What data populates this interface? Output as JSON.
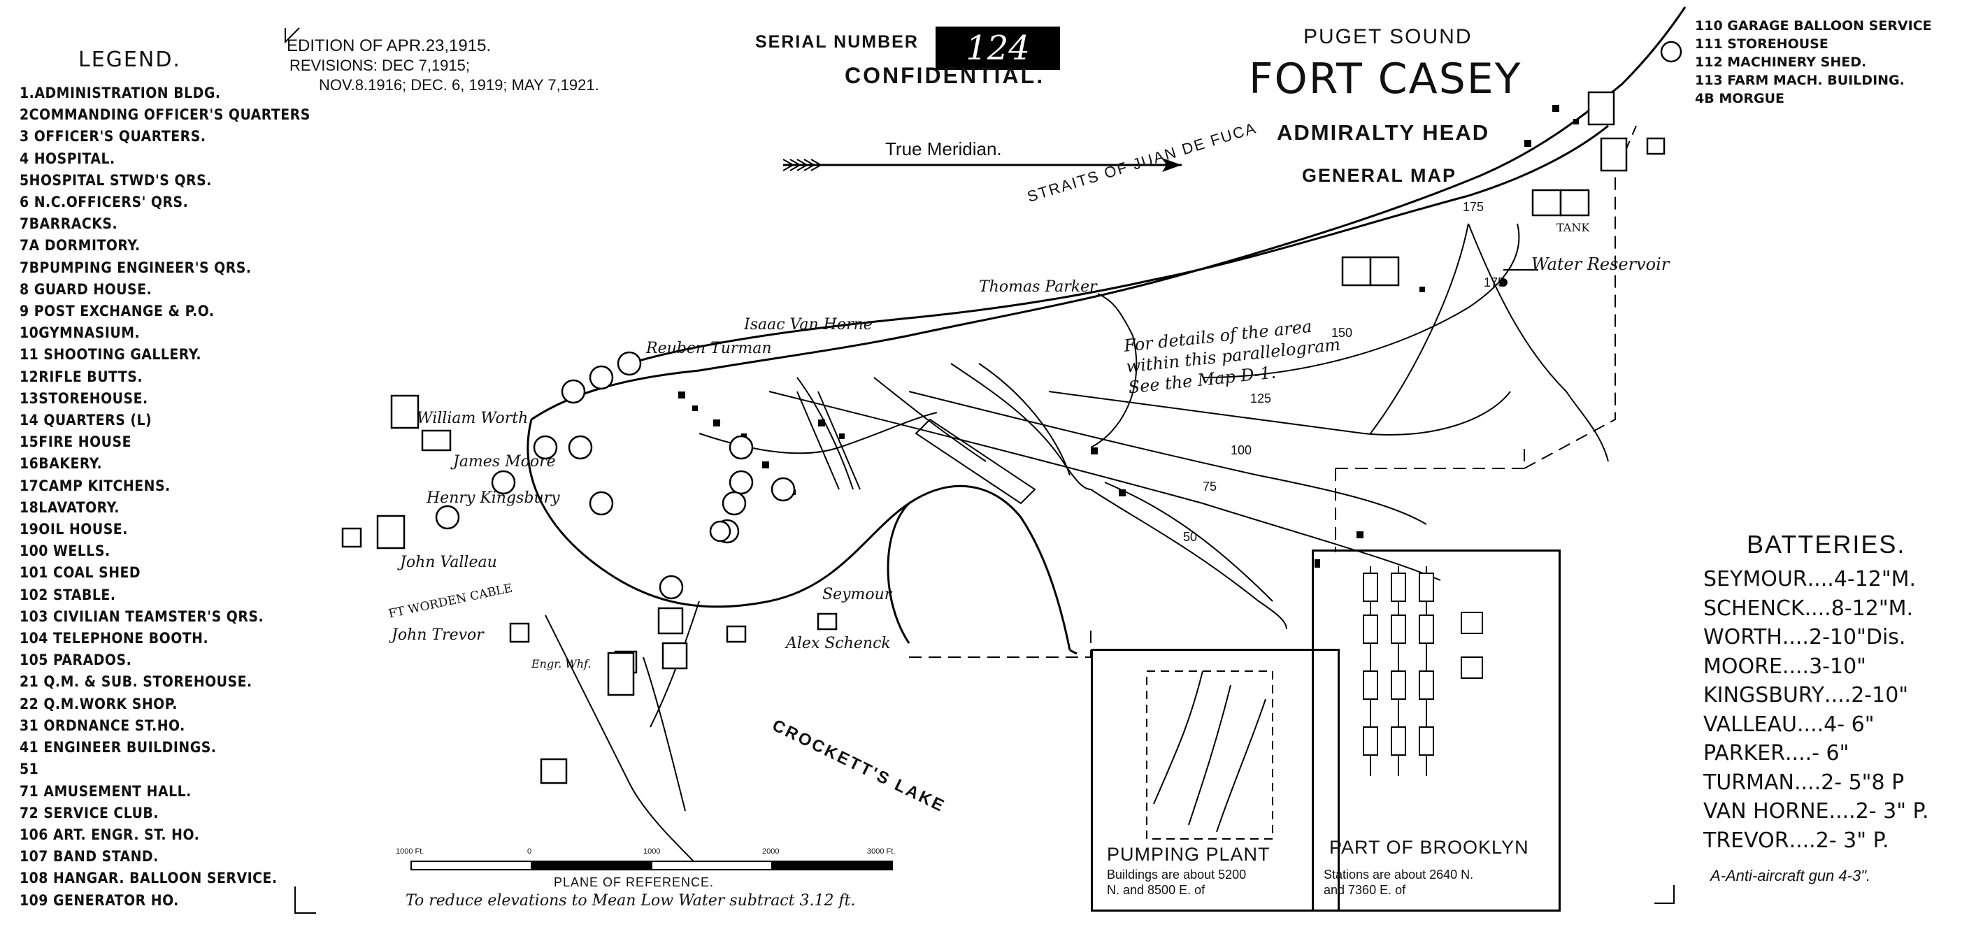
{
  "legend": {
    "title": "LEGEND.",
    "items": [
      "1.ADMINISTRATION BLDG.",
      "2COMMANDING OFFICER'S QUARTERS",
      "3 OFFICER'S QUARTERS.",
      "4 HOSPITAL.",
      "5HOSPITAL STWD'S QRS.",
      "6 N.C.OFFICERS' QRS.",
      "7BARRACKS.",
      "7a DORMITORY.",
      "7bPUMPING ENGINEER'S QRS.",
      "8 GUARD HOUSE.",
      "9 POST EXCHANGE & P.O.",
      "10GYMNASIUM.",
      "11 SHOOTING GALLERY.",
      "12RIFLE BUTTS.",
      "13STOREHOUSE.",
      "14 QUARTERS (L)",
      "15FIRE HOUSE",
      "16BAKERY.",
      "17CAMP KITCHENS.",
      "18LAVATORY.",
      "19OIL HOUSE.",
      "100 WELLS.",
      "101 COAL SHED",
      "102 STABLE.",
      "103 CIVILIAN TEAMSTER'S QRS.",
      "104 TELEPHONE BOOTH.",
      "105 PARADOS.",
      "21 Q.M. & SUB. STOREHOUSE.",
      "22 Q.M.WORK SHOP.",
      "31 ORDNANCE ST.HO.",
      "41 ENGINEER BUILDINGS.",
      "51",
      "71 AMUSEMENT HALL.",
      "72 SERVICE CLUB.",
      "106 ART. ENGR. ST. HO.",
      "107 BAND STAND.",
      "108 HANGAR. BALLOON SERVICE.",
      "109 GENERATOR HO."
    ]
  },
  "edition": {
    "line1": "EDITION OF APR.23,1915.",
    "line2": "REVISIONS: DEC 7,1915;",
    "line3": "NOV.8.1916; DEC. 6, 1919; MAY 7,1921."
  },
  "serial": {
    "label": "SERIAL NUMBER",
    "number": "124",
    "classification": "CONFIDENTIAL."
  },
  "header": {
    "region": "PUGET SOUND",
    "title": "FORT CASEY",
    "subtitle": "ADMIRALTY HEAD",
    "map_type": "GENERAL MAP"
  },
  "compass": {
    "label": "True Meridian."
  },
  "water_label": "STRAITS OF JUAN DE FUCA",
  "extra_legend": [
    "110 GARAGE BALLOON SERVICE",
    "111 STOREHOUSE",
    "112 MACHINERY SHED.",
    "113 FARM MACH. BUILDING.",
    "4b MORGUE"
  ],
  "batteries": {
    "title": "BATTERIES.",
    "items": [
      {
        "name": "SEYMOUR",
        "value": "4-12\"M."
      },
      {
        "name": "SCHENCK",
        "value": "8-12\"M."
      },
      {
        "name": "WORTH",
        "value": "2-10\"Dis."
      },
      {
        "name": "MOORE",
        "value": "3-10\""
      },
      {
        "name": "KINGSBURY",
        "value": "2-10\""
      },
      {
        "name": "VALLEAU",
        "value": "4- 6\""
      },
      {
        "name": "PARKER",
        "value": "- 6\""
      },
      {
        "name": "TURMAN",
        "value": "2- 5\"8 P"
      },
      {
        "name": "VAN HORNE",
        "value": "2- 3\" P."
      },
      {
        "name": "TREVOR",
        "value": "2- 3\" P."
      }
    ],
    "note": "A-Anti-aircraft gun 4-3\"."
  },
  "map_labels": {
    "thomas_parker": "Thomas Parker",
    "isaac_van_horne": "Isaac Van Horne",
    "reuben_turman": "Reuben Turman",
    "william_worth": "William Worth",
    "james_moore": "James Moore",
    "henry_kingsbury": "Henry Kingsbury",
    "john_valleau": "John Valleau",
    "john_trevor": "John Trevor",
    "seymour": "Seymour",
    "alex_schenck": "Alex Schenck",
    "water_reservoir": "Water Reservoir",
    "tank": "TANK",
    "crocketts_lake": "CROCKETT'S LAKE",
    "ft_worden_cable": "FT WORDEN CABLE",
    "engr_whf": "Engr. Whf.",
    "detail_note_1": "For details of the area",
    "detail_note_2": "within this parallelogram",
    "detail_note_3": "See the Map D-1."
  },
  "contour_labels": [
    "175",
    "175",
    "150",
    "125",
    "100",
    "75",
    "50"
  ],
  "insets": {
    "pumping": {
      "title": "PUMPING PLANT",
      "note1": "Buildings are about 5200",
      "note2": "N. and 8500 E. of"
    },
    "brooklyn": {
      "title": "PART OF BROOKLYN",
      "note1": "Stations are about 2640 N.",
      "note2": "and 7360 E. of"
    }
  },
  "scale": {
    "ticks": [
      "1000 Ft.",
      "0",
      "1000",
      "2000",
      "3000 Ft."
    ],
    "plane": "PLANE OF REFERENCE.",
    "reduce": "To reduce elevations to Mean Low Water subtract 3.12 ft."
  }
}
